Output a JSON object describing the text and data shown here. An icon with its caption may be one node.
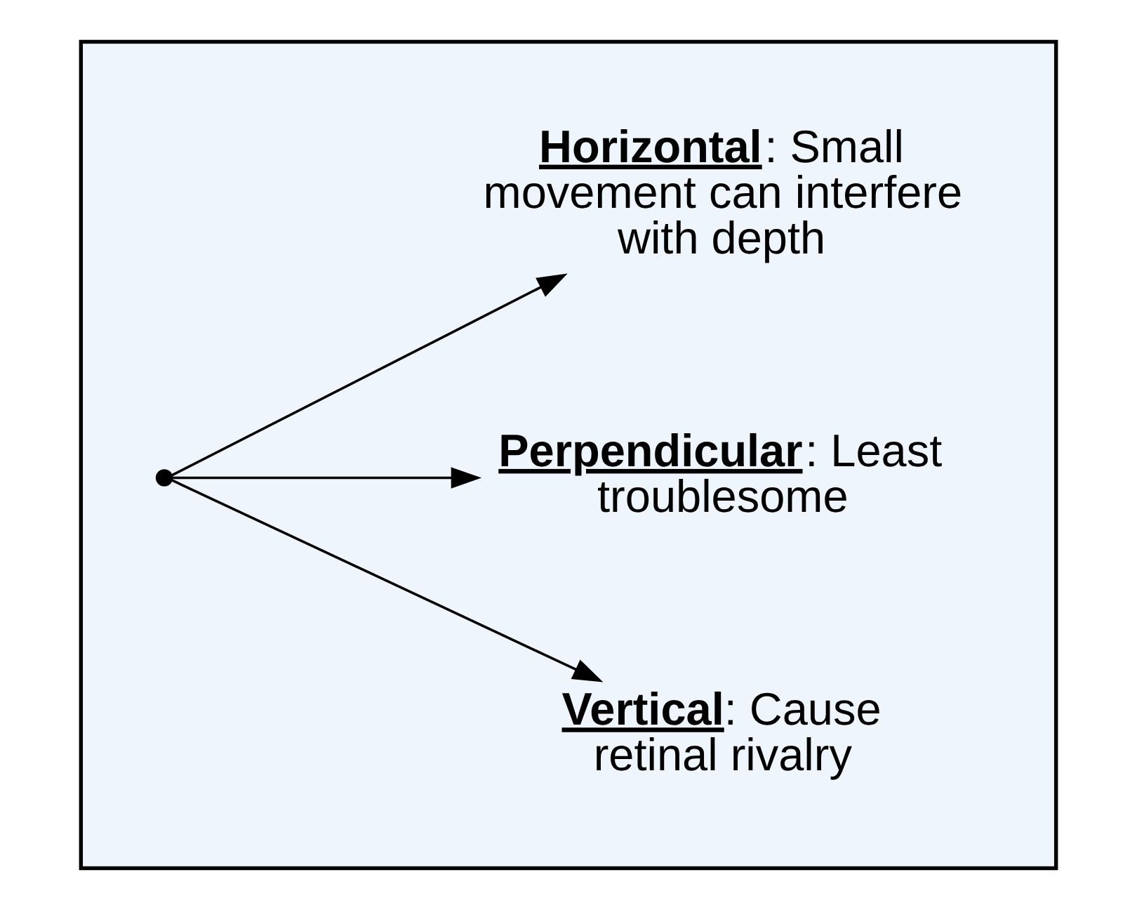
{
  "diagram": {
    "nodes": [
      {
        "text": [],
        "shape": "box"
      },
      {
        "text": [],
        "shape": "point",
        "in": 0
      },
      {
        "text": [
          "**Vertical**: Cause retinal rivalry"
        ],
        "in": 0
      },
      {
        "text": [
          "**Perpendicular**: Least troublesome"
        ],
        "in": 0
      },
      {
        "text": [
          "**Horizontal**: Small movement can interfere with depth"
        ],
        "in": 0
      }
    ],
    "edges": [
      {
        "from": 1,
        "to": 2,
        "arrow": "to"
      },
      {
        "from": 1,
        "to": 3,
        "arrow": "to"
      },
      {
        "from": 1,
        "to": 4,
        "arrow": "to"
      }
    ]
  }
}
